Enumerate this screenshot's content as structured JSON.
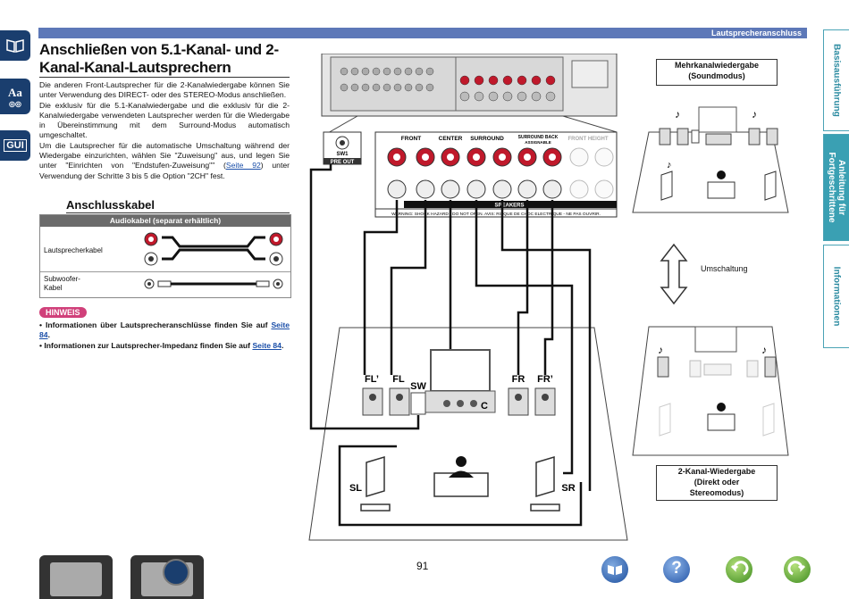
{
  "header": {
    "section": "Lautsprecheranschluss"
  },
  "left_tabs": [
    "book-icon",
    "text-size-icon",
    "GUI"
  ],
  "right_tabs": [
    {
      "label": "Basisausführung",
      "active": false
    },
    {
      "label_line1": "Anleitung für",
      "label_line2": "Fortgeschrittene",
      "active": true
    },
    {
      "label": "Informationen",
      "active": false
    }
  ],
  "title": "Anschließen von 5.1-Kanal- und 2-Kanal-Kanal-Lautsprechern",
  "body": {
    "p1": "Die anderen Front-Lautsprecher für die 2-Kanalwiedergabe können Sie unter Verwendung des DIRECT- oder des STEREO-Modus anschließen.",
    "p2": "Die exklusiv für die 5.1-Kanalwiedergabe und die exklusiv für die 2-Kanalwiedergabe verwendeten Lautsprecher werden für die Wiedergabe in Übereinstimmung mit dem Surround-Modus automatisch umgeschaltet.",
    "p3a": "Um die Lautsprecher für die automatische Umschaltung während der Wiedergabe einzurichten, wählen Sie \"Zuweisung\" aus, und legen Sie unter \"Einrichten von \"Endstufen-Zuweisung\"\" (",
    "p3link": "Seite 92",
    "p3b": ") unter Verwendung der Schritte 3 bis 5 die Option \"2CH\" fest."
  },
  "cables": {
    "heading": "Anschlusskabel",
    "table_header": "Audiokabel (separat erhältlich)",
    "speaker_label": "Lautsprecherkabel",
    "sub_label_1": "Subwoofer-",
    "sub_label_2": "Kabel"
  },
  "hinweis": {
    "label": "HINWEIS",
    "n1_text": "Informationen über Lautsprecheranschlüsse finden Sie auf",
    "n1_link": "Seite 84",
    "n2_text": "Informationen zur Lautsprecher-Impedanz finden Sie auf",
    "n2_link": "Seite 84"
  },
  "diagram": {
    "sw1": "SW1",
    "pre_out": "PRE OUT",
    "front": "FRONT",
    "center": "CENTER",
    "surround": "SURROUND",
    "surround_back_1": "SURROUND BACK",
    "surround_back_2": "ASSIGNABLE",
    "front_height": "FRONT HEIGHT",
    "speakers": "SPEAKERS",
    "warning": "WARNING: SHOCK HAZARD - DO NOT OPEN.  AVIS: RISQUE DE CHOC ELECTRIQUE - NE PAS OUVRIR.",
    "fl2": "FL’",
    "fl": "FL",
    "sw": "SW",
    "fr": "FR",
    "fr2": "FR’",
    "c": "C",
    "sl": "SL",
    "sr": "SR"
  },
  "modes": {
    "multi_1": "Mehrkanalwiedergabe",
    "multi_2": "(Soundmodus)",
    "switch": "Umschaltung",
    "two_1": "2-Kanal-Wiedergabe",
    "two_2": "(Direkt oder",
    "two_3": "Stereomodus)"
  },
  "page_number": "91",
  "nav": [
    "book-icon",
    "help-icon",
    "back-icon",
    "forward-icon"
  ]
}
